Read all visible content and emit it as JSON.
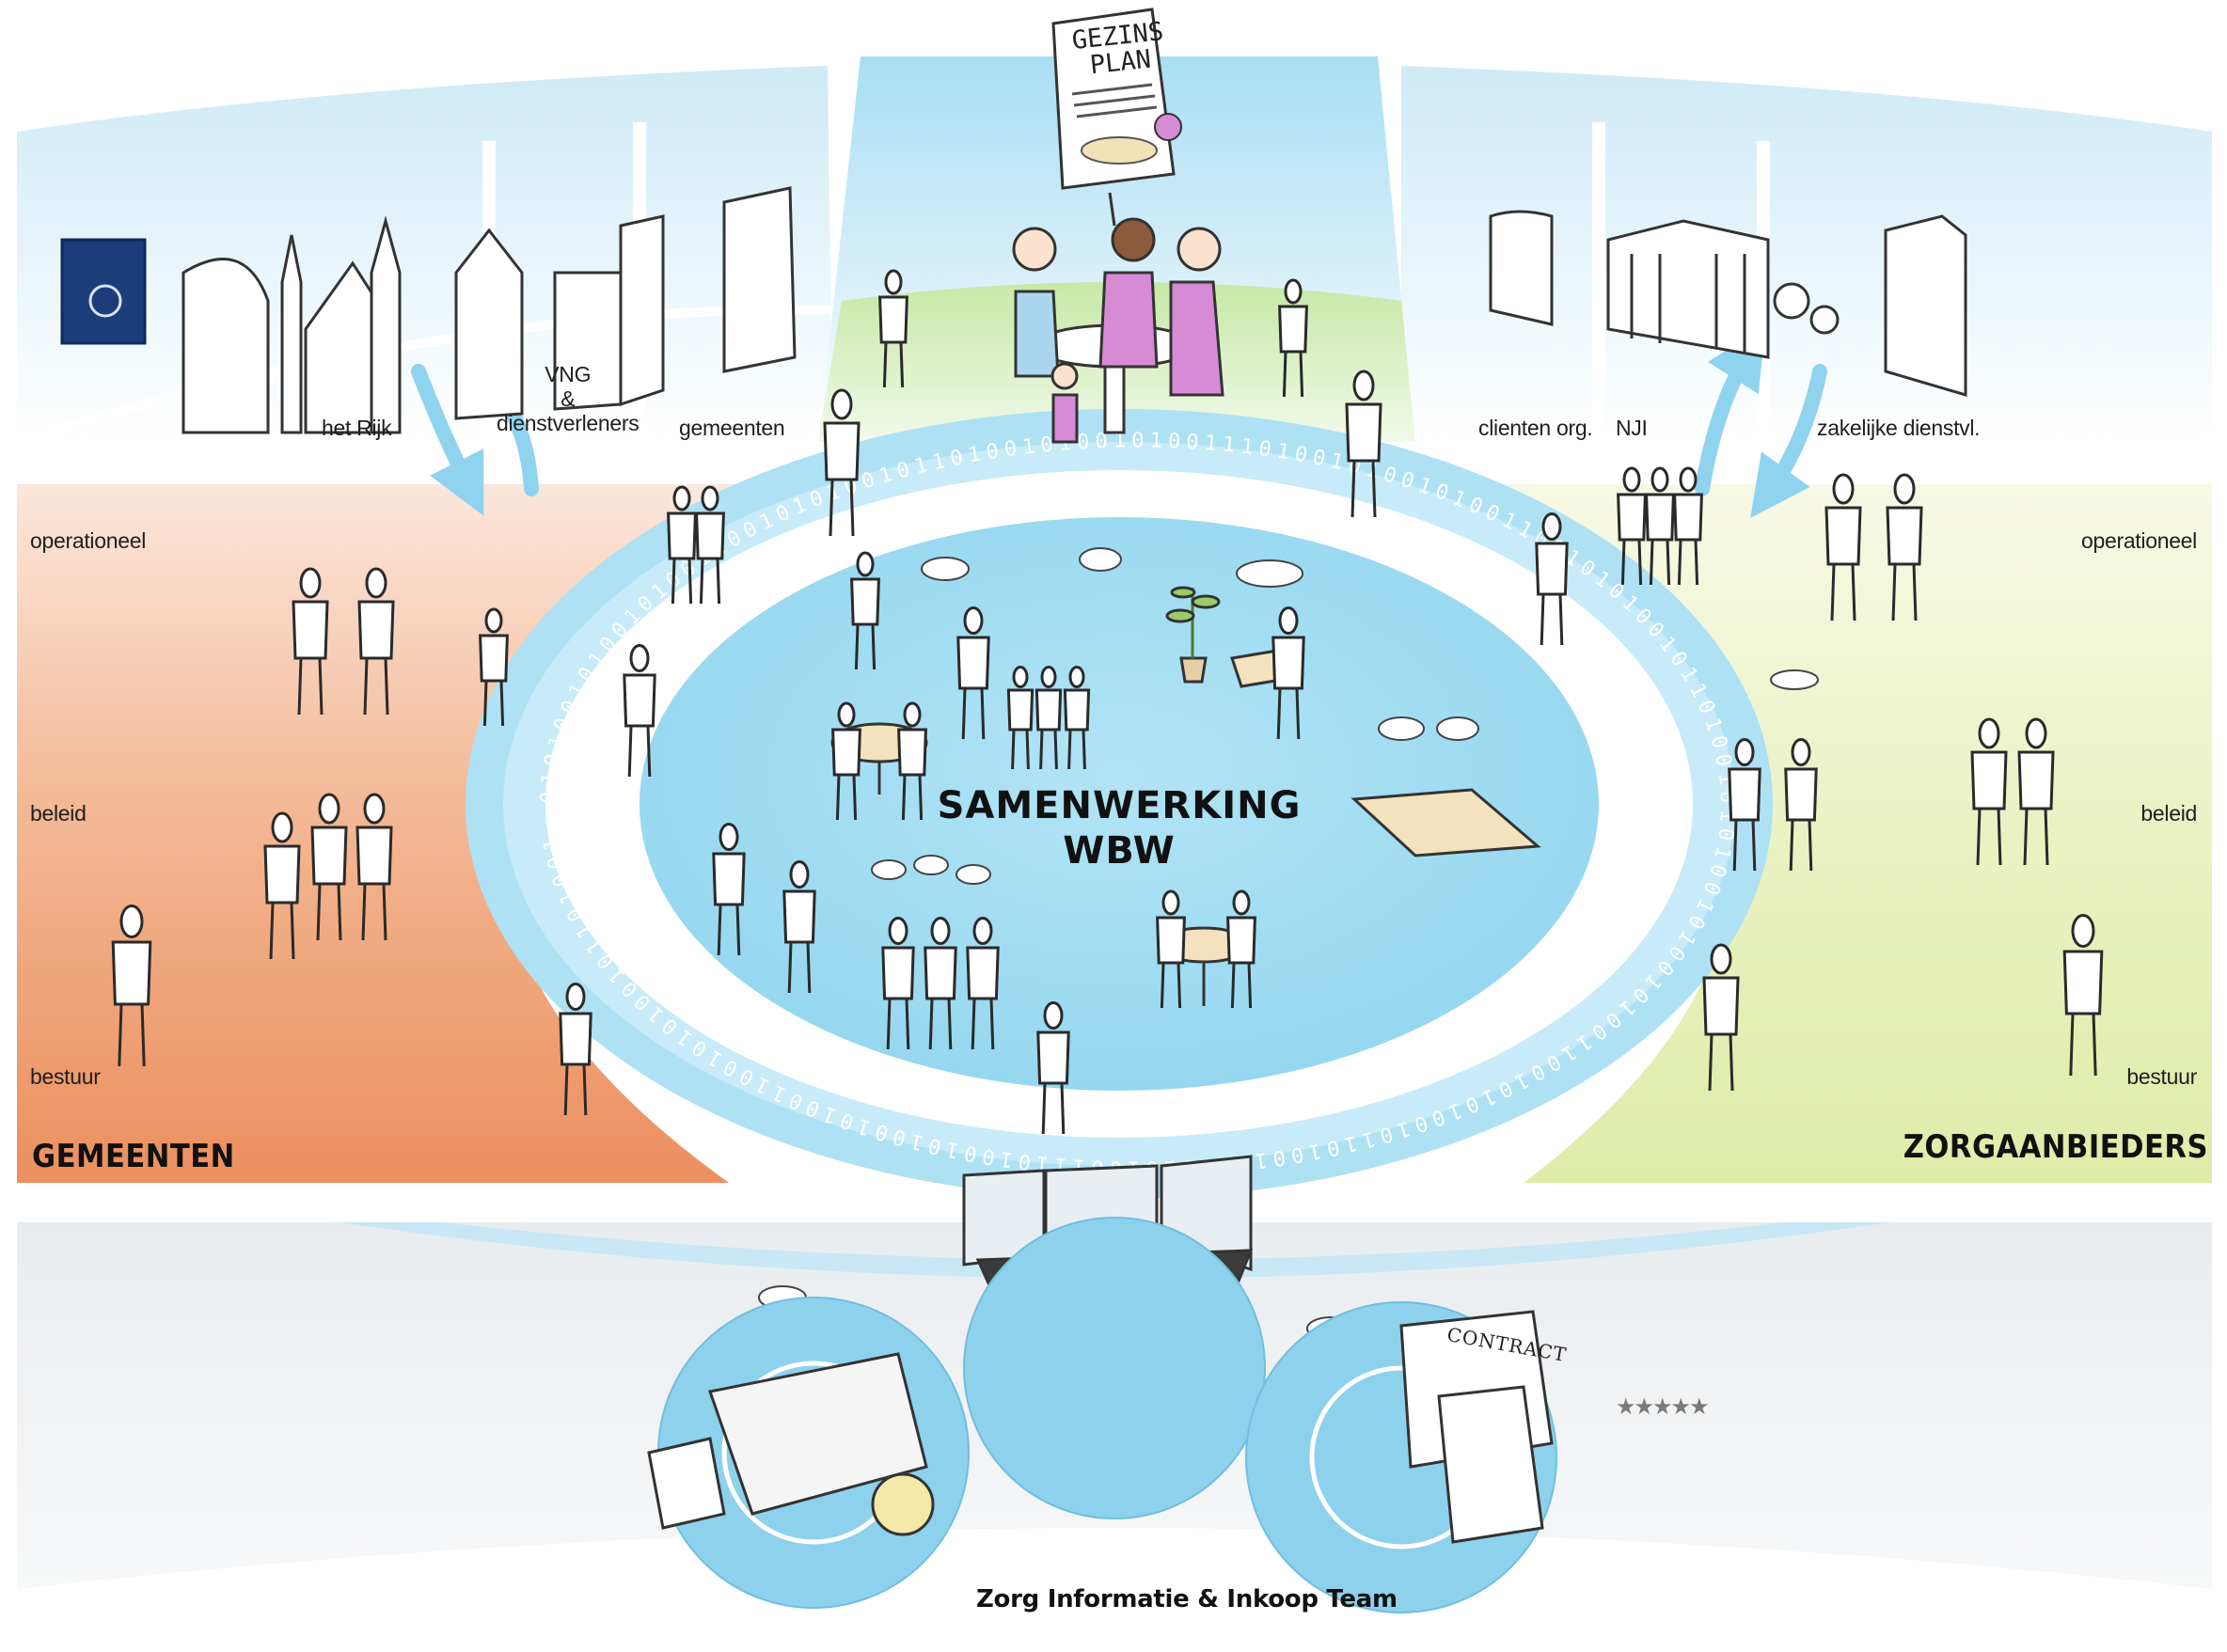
{
  "top": {
    "left_labels": [
      "het Rijk",
      "VNG\n&\ndienstverleners",
      "gemeenten"
    ],
    "right_labels": [
      "clienten org.",
      "NJI",
      "zakelijke dienstvl."
    ],
    "document": {
      "title_line1": "GEZINS",
      "title_line2": "PLAN"
    }
  },
  "left_panel": {
    "title": "GEMEENTEN",
    "levels": [
      "operationeel",
      "beleid",
      "bestuur"
    ],
    "color": "#ee9b6e"
  },
  "right_panel": {
    "title": "ZORGAANBIEDERS",
    "levels": [
      "operationeel",
      "beleid",
      "bestuur"
    ],
    "color": "#e2eeb0"
  },
  "center": {
    "line1": "SAMENWERKING",
    "line2": "WBW",
    "color": "#a8dff2"
  },
  "bottom": {
    "team_label": "Zorg Informatie & Inkoop Team",
    "contract_label": "CONTRACT",
    "stars": "★★★★★"
  },
  "binary_ring": "0101001010010100110010101001011010010100101001110100101001010011001010100101101001"
}
